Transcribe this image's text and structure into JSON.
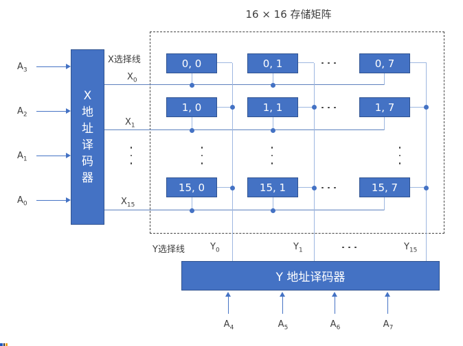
{
  "title": "16 × 16 存储矩阵",
  "x_decoder": {
    "chars": [
      "X",
      "地",
      "址",
      "译",
      "码",
      "器"
    ]
  },
  "left_inputs": [
    {
      "base": "A",
      "sub": "3"
    },
    {
      "base": "A",
      "sub": "2"
    },
    {
      "base": "A",
      "sub": "1"
    },
    {
      "base": "A",
      "sub": "0"
    }
  ],
  "x_select_label": "X选择线",
  "x_line_labels": [
    {
      "base": "X",
      "sub": "0"
    },
    {
      "base": "X",
      "sub": "1"
    },
    {
      "base": "X",
      "sub": "15"
    }
  ],
  "matrix": {
    "rows": [
      {
        "cells": [
          "0, 0",
          "0, 1",
          "0, 7"
        ]
      },
      {
        "cells": [
          "1, 0",
          "1, 1",
          "1, 7"
        ]
      },
      {
        "cells": [
          "15, 0",
          "15, 1",
          "15, 7"
        ]
      }
    ]
  },
  "icons": {
    "ellipsis_horizontal": "⋯",
    "ellipsis_vertical": "⋮"
  },
  "y_select_label": "Y选择线",
  "y_line_labels": [
    {
      "base": "Y",
      "sub": "0"
    },
    {
      "base": "Y",
      "sub": "1"
    },
    {
      "base": "Y",
      "sub": "15"
    }
  ],
  "y_decoder": {
    "label": "Y 地址译码器"
  },
  "bottom_inputs": [
    {
      "base": "A",
      "sub": "4"
    },
    {
      "base": "A",
      "sub": "5"
    },
    {
      "base": "A",
      "sub": "6"
    },
    {
      "base": "A",
      "sub": "7"
    }
  ],
  "colors": {
    "cell_fill": "#4472C4",
    "cell_border": "#2F528F",
    "x_line": "#5B7FBD",
    "y_line": "#9CB6E0",
    "arrow": "#4472C4",
    "dashed_border": "#404040",
    "text": "#3d3d3d"
  }
}
